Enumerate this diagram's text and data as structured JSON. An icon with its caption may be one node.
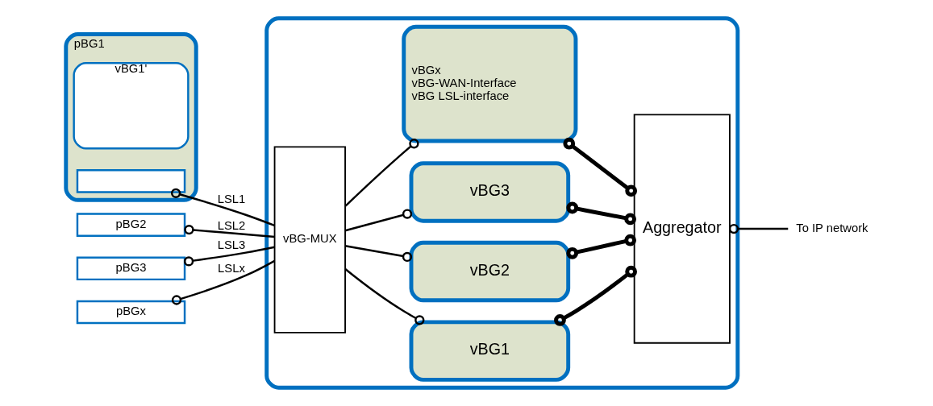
{
  "diagram": {
    "nodes": [
      {
        "text": [
          "pBG1"
        ]
      },
      {
        "text": [
          "vBG1'"
        ],
        "in": 0
      },
      {
        "text": [],
        "shape": "box",
        "in": 0
      },
      {
        "text": [
          "pBG2"
        ]
      },
      {
        "text": [
          "pBG3"
        ]
      },
      {
        "text": [
          "pBGx"
        ]
      },
      {
        "text": [],
        "shape": "box"
      },
      {
        "text": [
          "vBG-MUX"
        ],
        "in": 6
      },
      {
        "text": [
          "vBG1"
        ],
        "in": 6
      },
      {
        "text": [
          "vBG2"
        ],
        "in": 6
      },
      {
        "text": [
          "vBG3"
        ],
        "in": 6
      },
      {
        "text": [
          "vBGx",
          "vBG-WAN-Interface",
          "vBG LSL-interface"
        ],
        "in": 6
      },
      {
        "text": [
          "Aggregator"
        ],
        "in": 6
      },
      {
        "text": [
          "To IP network"
        ]
      }
    ],
    "edges": [
      {
        "from": 2,
        "to": 7,
        "arrow": "other",
        "label": "LSL1"
      },
      {
        "from": 3,
        "to": 7,
        "arrow": "other",
        "label": "LSL2"
      },
      {
        "from": 4,
        "to": 7,
        "arrow": "other",
        "label": "LSL3"
      },
      {
        "from": 5,
        "to": 7,
        "arrow": "other",
        "label": "LSLx"
      },
      {
        "from": 7,
        "to": 8,
        "arrow": "other"
      },
      {
        "from": 7,
        "to": 9,
        "arrow": "other"
      },
      {
        "from": 7,
        "to": 10,
        "arrow": "other"
      },
      {
        "from": 7,
        "to": 11,
        "arrow": "other"
      },
      {
        "from": 8,
        "to": 12,
        "arrow": "other",
        "style": "thick"
      },
      {
        "from": 9,
        "to": 12,
        "arrow": "other",
        "style": "thick"
      },
      {
        "from": 10,
        "to": 12,
        "arrow": "other",
        "style": "thick"
      },
      {
        "from": 11,
        "to": 12,
        "arrow": "other",
        "style": "thick"
      },
      {
        "from": 12,
        "to": 13,
        "arrow": "other"
      }
    ]
  }
}
